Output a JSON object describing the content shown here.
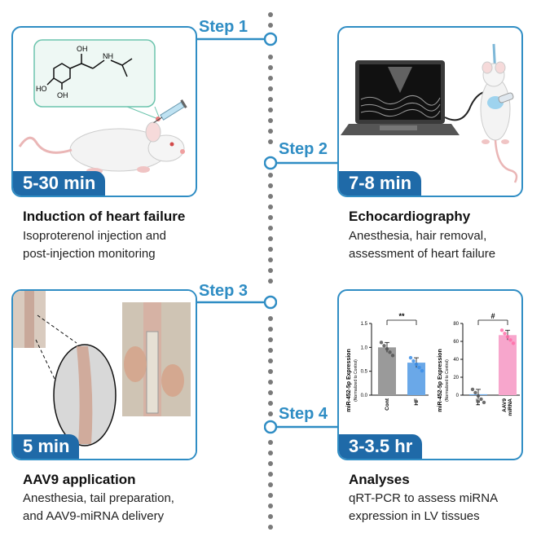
{
  "steps": [
    {
      "label": "Step 1",
      "time": "5-30 min",
      "title": "Induction of heart failure",
      "desc_lines": [
        "Isoproterenol injection and",
        "post-injection monitoring"
      ]
    },
    {
      "label": "Step 2",
      "time": "7-8 min",
      "title": "Echocardiography",
      "desc_lines": [
        "Anesthesia, hair removal,",
        "assessment of heart failure"
      ]
    },
    {
      "label": "Step 3",
      "time": "5 min",
      "title": "AAV9 application",
      "desc_lines": [
        "Anesthesia, tail preparation,",
        "and AAV9-miRNA delivery"
      ]
    },
    {
      "label": "Step 4",
      "time": "3-3.5 hr",
      "title": "Analyses",
      "desc_lines": [
        "qRT-PCR to assess miRNA",
        "expression in LV tissues"
      ]
    }
  ],
  "molecule_labels": {
    "oh_top": "OH",
    "nh": "NH",
    "oh_ring1": "HO",
    "oh_ring2": "OH"
  },
  "chart_data": [
    {
      "type": "bar",
      "ylabel": "miR-452-5p Expression",
      "ylabel_sub": "(Normalized to Control)",
      "categories": [
        "Cont",
        "HF"
      ],
      "values": [
        1.0,
        0.68
      ],
      "ylim": [
        0,
        1.5
      ],
      "ticks": [
        "0.0",
        "0.5",
        "1.0",
        "1.5"
      ],
      "significance": "**",
      "colors": [
        "#9a9a9a",
        "#6aa8e8"
      ]
    },
    {
      "type": "bar",
      "ylabel": "miR-452-5p Expression",
      "ylabel_sub": "(Normalized to Control)",
      "categories": [
        "HF",
        "AAV9 miRNA"
      ],
      "values": [
        1.0,
        67
      ],
      "ylim": [
        0,
        80
      ],
      "ticks": [
        "0",
        "20",
        "40",
        "60",
        "80"
      ],
      "significance": "#",
      "colors": [
        "#6aa8e8",
        "#f7a6cc"
      ]
    }
  ]
}
